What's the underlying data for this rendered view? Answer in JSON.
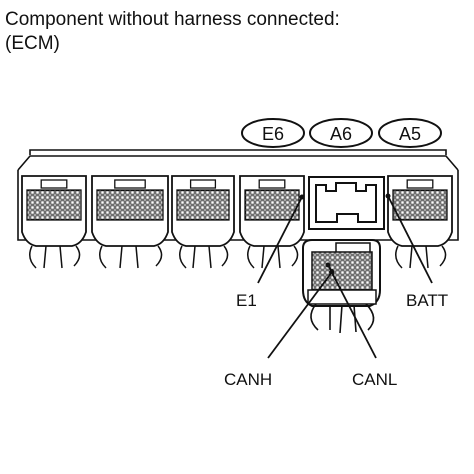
{
  "header": {
    "line1": "Component without harness connected:",
    "line2": "(ECM)"
  },
  "connector_codes": [
    "E6",
    "A6",
    "A5"
  ],
  "terminals": {
    "e1": "E1",
    "batt": "BATT",
    "canh": "CANH",
    "canl": "CANL"
  },
  "colors": {
    "ink": "#111111",
    "background": "#ffffff"
  }
}
